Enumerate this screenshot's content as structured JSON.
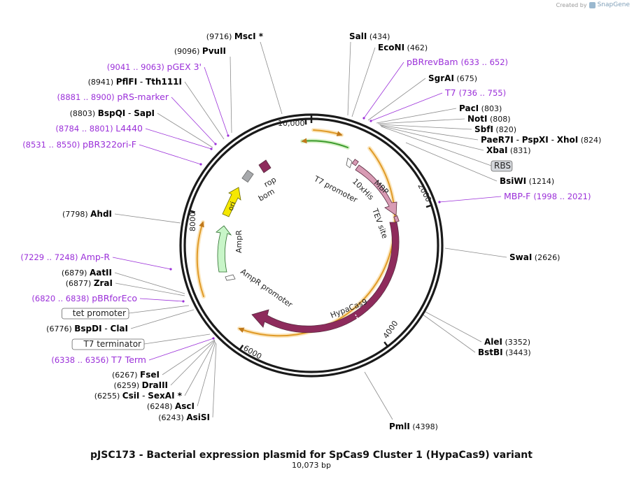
{
  "credit": {
    "prefix": "Created by",
    "brand": "SnapGene"
  },
  "plasmid": {
    "name": "pJSC173",
    "title": "pJSC173 -  Bacterial expression plasmid for SpCas9 Cluster 1 (HypaCas9) variant",
    "length_label": "10,073 bp",
    "length_bp": 10073
  },
  "ticks": [
    {
      "bp": 2000,
      "label": "2000"
    },
    {
      "bp": 4000,
      "label": "4000"
    },
    {
      "bp": 6000,
      "label": "6000"
    },
    {
      "bp": 8000,
      "label": "8000"
    },
    {
      "bp": 10000,
      "label": "10,000"
    }
  ],
  "features": [
    {
      "name": "MBP",
      "color": "#d89bb4"
    },
    {
      "name": "10xHis",
      "color": "#d89bb4"
    },
    {
      "name": "TEV site",
      "color": "#d89bb4"
    },
    {
      "name": "HypaCas9",
      "color": "#8e2b5c"
    },
    {
      "name": "AmpR promoter",
      "color": "#ffffff"
    },
    {
      "name": "AmpR",
      "color": "#c8f5c8"
    },
    {
      "name": "ori",
      "color": "#f5e800"
    },
    {
      "name": "bom",
      "color": "#a7a9ac"
    },
    {
      "name": "rop",
      "color": "#8e2b5c"
    },
    {
      "name": "T7 promoter",
      "color": "#ffffff"
    }
  ],
  "sites": [
    {
      "name": "SalI",
      "pos": "(434)"
    },
    {
      "name": "EcoNI",
      "pos": "(462)"
    },
    {
      "name": "pBRrevBam",
      "pos": "(633 .. 652)"
    },
    {
      "name": "SgrAI",
      "pos": "(675)"
    },
    {
      "name": "T7",
      "pos": "(736 .. 755)"
    },
    {
      "name": "PacI",
      "pos": "(803)"
    },
    {
      "name": "NotI",
      "pos": "(808)"
    },
    {
      "name": "SbfI",
      "pos": "(820)"
    },
    {
      "name": "PaeR7I",
      "sep": "-",
      "name2": "PspXI",
      "name3": "XhoI",
      "pos": "(824)"
    },
    {
      "name": "XbaI",
      "pos": "(831)"
    },
    {
      "name": "RBS",
      "pos": ""
    },
    {
      "name": "BsiWI",
      "pos": "(1214)"
    },
    {
      "name": "MBP-F",
      "pos": "(1998 .. 2021)"
    },
    {
      "name": "SwaI",
      "pos": "(2626)"
    },
    {
      "name": "AleI",
      "pos": "(3352)"
    },
    {
      "name": "BstBI",
      "pos": "(3443)"
    },
    {
      "name": "PmlI",
      "pos": "(4398)"
    },
    {
      "name": "MscI *",
      "pos": "(9716)"
    },
    {
      "name": "PvuII",
      "pos": "(9096)"
    },
    {
      "name": "pGEX 3'",
      "pos": "(9041 .. 9063)"
    },
    {
      "name": "PflFI",
      "sep": "-",
      "name2": "Tth111I",
      "pos": "(8941)"
    },
    {
      "name": "pRS-marker",
      "pos": "(8881 .. 8900)"
    },
    {
      "name": "BspQI",
      "sep": "-",
      "name2": "SapI",
      "pos": "(8803)"
    },
    {
      "name": "L4440",
      "pos": "(8784 .. 8801)"
    },
    {
      "name": "pBR322ori-F",
      "pos": "(8531 .. 8550)"
    },
    {
      "name": "AhdI",
      "pos": "(7798)"
    },
    {
      "name": "Amp-R",
      "pos": "(7229 .. 7248)"
    },
    {
      "name": "AatII",
      "pos": "(6879)"
    },
    {
      "name": "ZraI",
      "pos": "(6877)"
    },
    {
      "name": "pBRforEco",
      "pos": "(6820 .. 6838)"
    },
    {
      "name": "tet promoter",
      "pos": ""
    },
    {
      "name": "BspDI",
      "sep": "-",
      "name2": "ClaI",
      "pos": "(6776)"
    },
    {
      "name": "T7 terminator",
      "pos": ""
    },
    {
      "name": "T7 Term",
      "pos": "(6338 .. 6356)"
    },
    {
      "name": "FseI",
      "pos": "(6267)"
    },
    {
      "name": "DraIII",
      "pos": "(6259)"
    },
    {
      "name": "CsiI",
      "sep": "-",
      "name2": "SexAI *",
      "pos": "(6255)"
    },
    {
      "name": "AscI",
      "pos": "(6248)"
    },
    {
      "name": "AsiSI",
      "pos": "(6243)"
    }
  ],
  "colors": {
    "backbone": "#1a1a1a",
    "enzyme": "#000000",
    "primer": "#9b30d9",
    "orf_arc": "#f2b74a",
    "leader": "#8c8c8c"
  }
}
